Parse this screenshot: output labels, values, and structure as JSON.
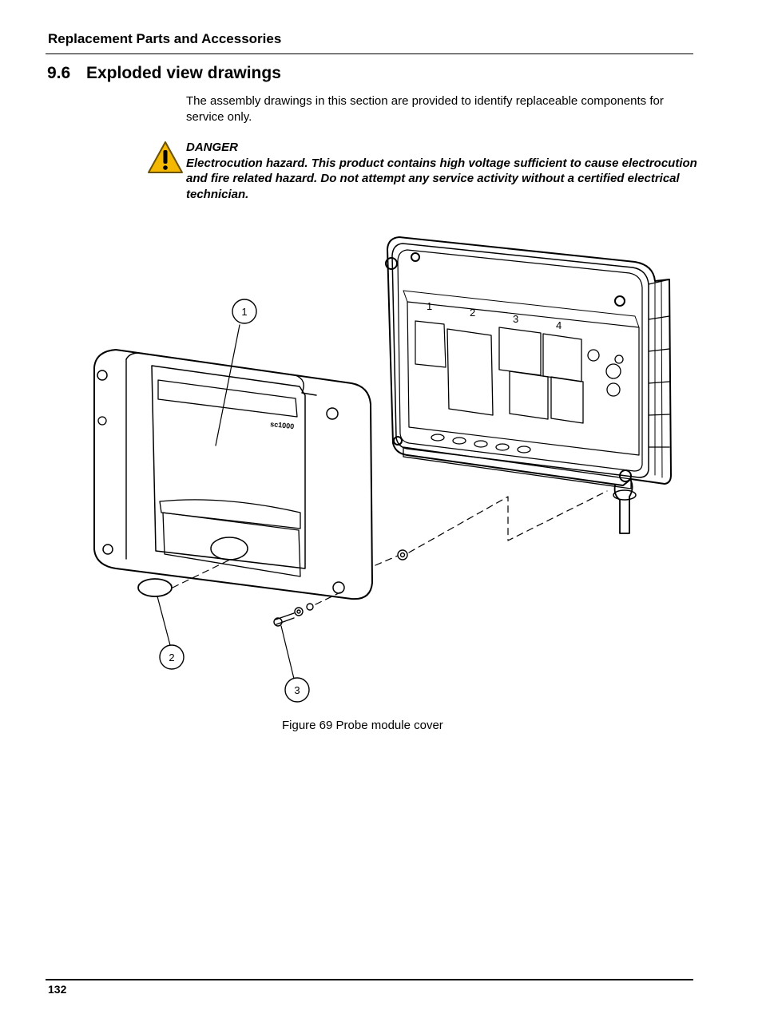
{
  "header": {
    "running_title": "Replacement Parts and Accessories"
  },
  "section": {
    "number": "9.6",
    "title": "Exploded view drawings"
  },
  "intro_text": "The assembly drawings in this section are provided to identify replaceable components for service only.",
  "danger": {
    "label": "DANGER",
    "text": "Electrocution hazard. This product contains high voltage sufficient to cause electrocution and fire related hazard. Do not attempt any service activity without a certified electrical technician.",
    "icon": "warning-triangle-icon",
    "icon_color": "#f5b800"
  },
  "figure": {
    "callouts": [
      "1",
      "2",
      "3"
    ],
    "cover_label": "sc1000",
    "slot_numbers": [
      "1",
      "2",
      "3",
      "4"
    ],
    "caption": "Figure 69  Probe module cover"
  },
  "footer": {
    "page_number": "132"
  }
}
